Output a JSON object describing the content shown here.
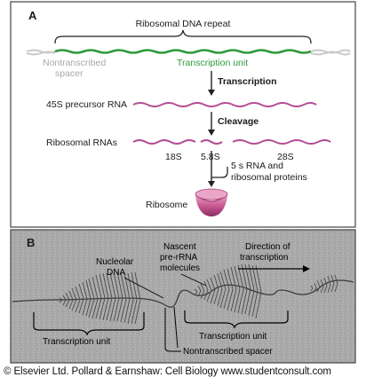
{
  "panel_a": {
    "letter": "A",
    "repeat_label": "Ribosomal DNA repeat",
    "spacer_label_line1": "Nontranscribed",
    "spacer_label_line2": "spacer",
    "unit_label": "Transcription unit",
    "step_transcription": "Transcription",
    "precursor_label": "45S precursor RNA",
    "step_cleavage": "Cleavage",
    "rrna_label": "Ribosomal RNAs",
    "rrna_18s": "18S",
    "rrna_58s": "5.8S",
    "rrna_28s": "28S",
    "addition_line1": "5 s RNA and",
    "addition_line2": "ribosomal proteins",
    "ribosome_label": "Ribosome",
    "colors": {
      "dna_green": "#2e9a3c",
      "spacer_gray": "#a8a8a8",
      "rna_pink": "#b44d96"
    }
  },
  "panel_b": {
    "letter": "B",
    "nucleolar_line1": "Nucleolar",
    "nucleolar_line2": "DNA",
    "nascent_line1": "Nascent",
    "nascent_line2": "pre-rRNA",
    "nascent_line3": "molecules",
    "direction_line1": "Direction of",
    "direction_line2": "transcription",
    "unit_left": "Transcription unit",
    "unit_right": "Transcription unit",
    "spacer": "Nontranscribed spacer"
  },
  "credit": "© Elsevier Ltd. Pollard & Earnshaw: Cell Biology www.studentconsult.com"
}
